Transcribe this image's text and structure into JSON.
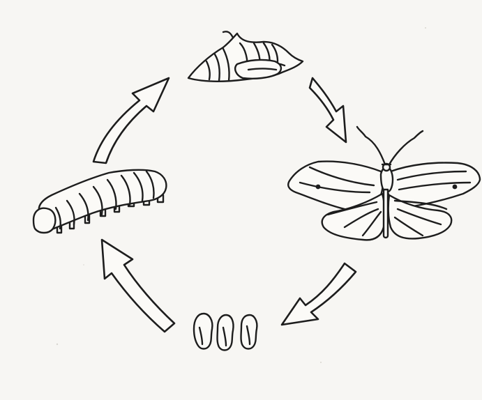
{
  "diagram": {
    "type": "life-cycle",
    "stages": [
      {
        "id": "egg",
        "icon": "egg-cluster-icon"
      },
      {
        "id": "larva",
        "icon": "caterpillar-icon"
      },
      {
        "id": "pupa",
        "icon": "chrysalis-icon"
      },
      {
        "id": "adult",
        "icon": "butterfly-icon"
      }
    ],
    "flow": [
      "egg",
      "larva",
      "pupa",
      "adult",
      "egg"
    ],
    "arrow_style": "hollow outlined arrows, clockwise",
    "colors": {
      "ink": "#1d1d1d",
      "paper": "#f7f6f3"
    }
  }
}
